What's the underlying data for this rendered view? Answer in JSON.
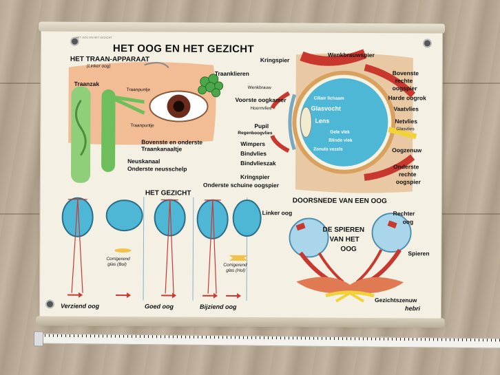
{
  "poster": {
    "title": "HET OOG EN HET GEZICHT",
    "corner_note": "HET OOG EN HET GEZICHT",
    "section_tear": {
      "heading": "HET TRAAN-APPARAAT",
      "subheading": "(Linker oog)"
    },
    "section_sight": {
      "heading": "HET GEZICHT"
    },
    "section_cross": {
      "heading": "DOORSNEDE VAN EEN OOG"
    },
    "publisher": "hebri"
  },
  "tear_labels": {
    "traanzak": "Traanzak",
    "traanpuntje_top": "Traanpuntje",
    "traanpuntje_bottom": "Traanpuntje",
    "traanklieren": "Traanklieren",
    "kanaaltjes": "Bovenste en onderste",
    "kanaaltjes2": "Traankanaaltje",
    "neuskanaal": "Neuskanaal",
    "neusschelp": "Onderste neusschelp"
  },
  "cross_labels": {
    "kringspier_top": "Kringspier",
    "wenkbrauwspier": "Wenkbrauwspier",
    "wenkbrauw": "Wenkbrauw",
    "voorste_oogkamer": "Voorste oogkamer",
    "hoornvlies": "Hoornvlies",
    "ciliair": "Ciliair lichaam",
    "glasvocht": "Glasvocht",
    "lens": "Lens",
    "pupil": "Pupil",
    "regenboogvlies": "Regenboogvlies",
    "wimpers": "Wimpers",
    "gele_vlek": "Gele vlek",
    "blinde_vlek": "Blinde vlek",
    "zonula": "Zonula vezels",
    "bindvlies": "Bindvlies",
    "bindvlieszak": "Bindvlieszak",
    "kringspier_bottom": "Kringspier",
    "schuine_oogspier": "Onderste schuine oogspier",
    "bovenste_1": "Bovenste",
    "bovenste_2": "rechte",
    "bovenste_3": "oogspier",
    "harde_oogrok": "Harde oogrok",
    "vaatvlies": "Vaatvlies",
    "netvlies": "Netvlies",
    "glasvlies": "Glasvlies",
    "oogzenuw": "Oogzenuw",
    "onderste_1": "Onderste",
    "onderste_2": "rechte",
    "onderste_3": "oogspier"
  },
  "sight_captions": {
    "verziend": "Verziend oog",
    "goed": "Goed oog",
    "bijziend": "Bijziend oog",
    "bol_1": "Corrigerend",
    "bol_2": "glas (Bol)",
    "hol_1": "Corrigerend",
    "hol_2": "glas (Hol)"
  },
  "muscle_labels": {
    "linker": "Linker oog",
    "rechter_1": "Rechter",
    "rechter_2": "oog",
    "center_1": "DE SPIEREN",
    "center_2": "VAN HET",
    "center_3": "OOG",
    "spieren": "Spieren",
    "zenuw": "Gezichtszenuw"
  },
  "colors": {
    "sclera_blue": "#4fb7d6",
    "muscle_red": "#c8382f",
    "skin": "#f2b68c",
    "gland_green": "#7cc36b",
    "nerve_yellow": "#f2d23a"
  }
}
